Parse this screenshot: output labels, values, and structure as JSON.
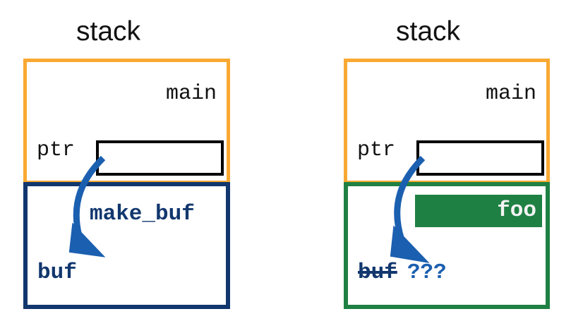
{
  "diagram": {
    "title_text": "stack",
    "colors": {
      "frame_main_border": "#f9a933",
      "frame_valid_border": "#12376e",
      "frame_invalid_border": "#1f8043",
      "pointer_box_border": "#000000",
      "arrow": "#1b5fb0",
      "label_blue": "#12376e",
      "badge_green": "#1f8043",
      "badge_text": "#f4f4f4",
      "text_black": "#121212"
    }
  },
  "panels": [
    {
      "id": "before-return",
      "title": "stack",
      "main_frame": {
        "name": "main",
        "pointer": {
          "label": "ptr",
          "value": ""
        }
      },
      "callee_frame": {
        "function_name": "make_buf",
        "variable_label": "buf",
        "variable_struck": false,
        "unknown_marker": "",
        "overwrite_badge": ""
      }
    },
    {
      "id": "after-return",
      "title": "stack",
      "main_frame": {
        "name": "main",
        "pointer": {
          "label": "ptr",
          "value": ""
        }
      },
      "callee_frame": {
        "function_name": "",
        "variable_label": "buf",
        "variable_struck": true,
        "unknown_marker": "???",
        "overwrite_badge": "foo"
      }
    }
  ]
}
